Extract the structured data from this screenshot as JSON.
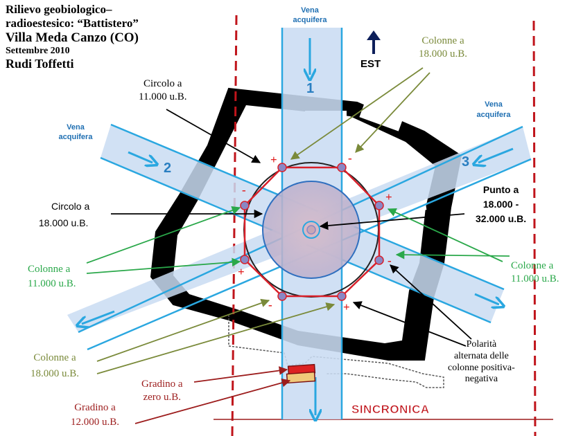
{
  "title": {
    "line1": "Rilievo geobiologico–",
    "line2": "radioestesico: “Battistero”",
    "line3": "Villa Meda  Canzo (CO)",
    "line4": "Settembre 2010",
    "line5": "Rudi Toffetti"
  },
  "compass": {
    "label": "EST",
    "icon": "north-arrow-icon"
  },
  "streams": [
    {
      "number": "1",
      "label_line1": "Vena",
      "label_line2": "acquifera"
    },
    {
      "number": "2",
      "label_line1": "Vena",
      "label_line2": "acquifera"
    },
    {
      "number": "3",
      "label_line1": "Vena",
      "label_line2": "acquifera"
    }
  ],
  "labels": {
    "circolo_11000": {
      "line1": "Circolo a",
      "line2": "11.000 u.B."
    },
    "circolo_18000": {
      "line1": "Circolo a",
      "line2": "18.000 u.B."
    },
    "colonne_18000_top": {
      "line1": "Colonne a",
      "line2": "18.000 u.B."
    },
    "colonne_18000_bottom": {
      "line1": "Colonne a",
      "line2": "18.000 u.B."
    },
    "colonne_11000_left": {
      "line1": "Colonne a",
      "line2": "11.000 u.B."
    },
    "colonne_11000_right": {
      "line1": "Colonne a",
      "line2": "11.000 u.B."
    },
    "punto": {
      "line1": "Punto a",
      "line2": "18.000 -",
      "line3": "32.000 u.B."
    },
    "polarita": {
      "line1": "Polarità",
      "line2": "alternata delle",
      "line3": "colonne  positiva-",
      "line4": "negativa"
    },
    "gradino_zero": {
      "line1": "Gradino a",
      "line2": "zero u.B."
    },
    "gradino_12000": {
      "line1": "Gradino a",
      "line2": "12.000 u.B."
    },
    "sincronica": "SINCRONICA"
  },
  "polarity_signs": [
    "+",
    "-",
    "-",
    "+",
    "+",
    "-",
    "-",
    "+"
  ],
  "colors": {
    "stream_fill": "#c9dcf2",
    "stream_line": "#2aa7e0",
    "stream_arrow": "#2aa7e0",
    "stream_label": "#1f6fb2",
    "red_dash": "#c0141b",
    "octagon": "#d9202a",
    "olive": "#7a8a3a",
    "green": "#2aa84a",
    "dark_red": "#9c1c1c",
    "plus_minus": "#e01b1b",
    "column_dot": "#8a87c4"
  }
}
